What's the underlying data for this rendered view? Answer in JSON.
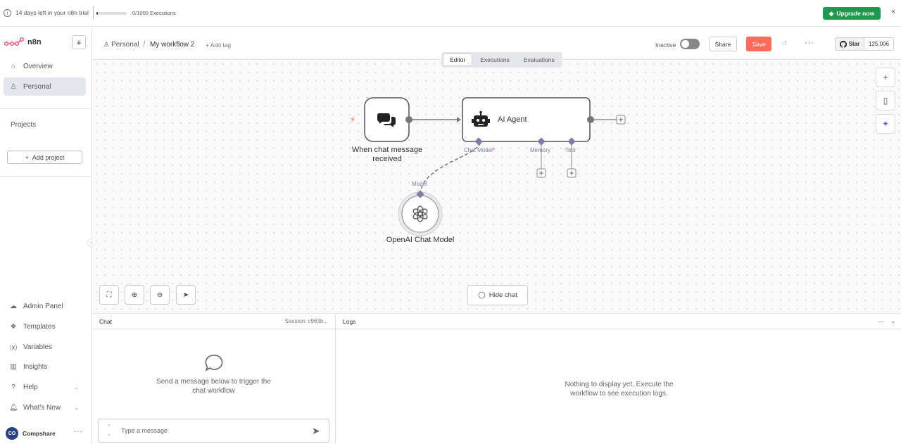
{
  "banner": {
    "trial_text": "14 days left in your n8n trial",
    "executions": "0/1000 Executions",
    "executions_progress": 0.0,
    "upgrade_label": "Upgrade now",
    "close": "×"
  },
  "sidebar": {
    "brand": "n8n",
    "new_button": "+",
    "items": [
      {
        "label": "Overview",
        "icon": "home-icon"
      },
      {
        "label": "Personal",
        "icon": "user-icon",
        "active": true
      }
    ],
    "projects_label": "Projects",
    "add_project_label": "Add project",
    "bottom_items": [
      {
        "label": "Admin Panel",
        "icon": "cloud-icon"
      },
      {
        "label": "Templates",
        "icon": "templates-icon"
      },
      {
        "label": "Variables",
        "icon": "variables-icon"
      },
      {
        "label": "Insights",
        "icon": "insights-icon"
      },
      {
        "label": "Help",
        "icon": "help-icon"
      },
      {
        "label": "What's New",
        "icon": "bell-icon"
      }
    ],
    "user": {
      "initials": "CO",
      "name": "Compshare"
    }
  },
  "header": {
    "breadcrumb_project": "Personal",
    "workflow_name": "My workflow 2",
    "add_tag": "+ Add tag",
    "status_label": "Inactive",
    "share_label": "Share",
    "save_label": "Save",
    "github_star": "Star",
    "github_count": "125,006"
  },
  "tabs": [
    {
      "label": "Editor",
      "active": true
    },
    {
      "label": "Executions"
    },
    {
      "label": "Evaluations"
    }
  ],
  "canvas": {
    "nodes": {
      "trigger": {
        "title": "When chat message received"
      },
      "agent": {
        "title": "AI Agent"
      },
      "model": {
        "title": "OpenAI Chat Model"
      }
    },
    "ports": {
      "chat_model": "Chat Model",
      "chat_model_required": "*",
      "memory": "Memory",
      "tool": "Tool",
      "model": "Model"
    },
    "hide_chat_label": "Hide chat"
  },
  "chat": {
    "title": "Chat",
    "session": "Session: c963b...",
    "empty_text": "Send a message below to trigger the chat workflow",
    "input_placeholder": "Type a message"
  },
  "logs": {
    "title": "Logs",
    "empty_text": "Nothing to display yet. Execute the workflow to see execution logs."
  },
  "colors": {
    "accent": "#ff6d5a",
    "upgrade": "#1e9a4e",
    "port": "#7a7fa3"
  }
}
